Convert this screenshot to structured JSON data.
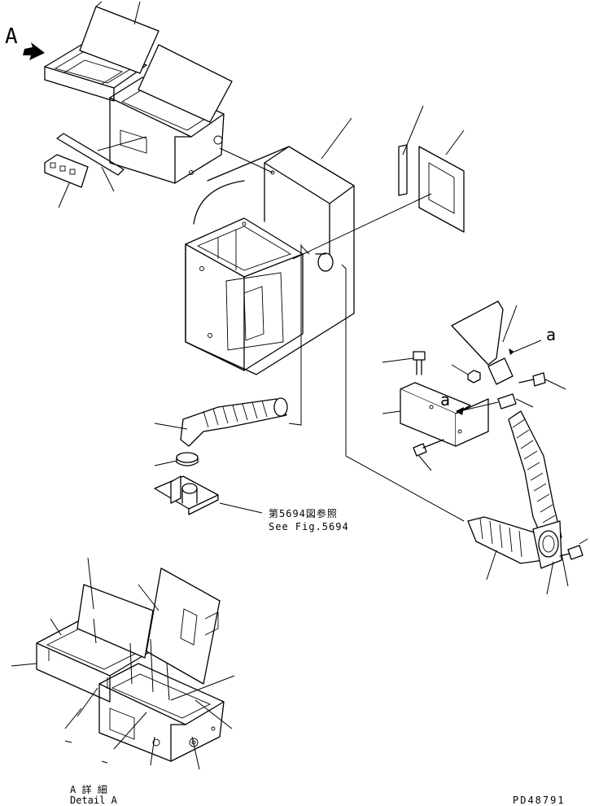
{
  "labels": {
    "view_letter": "A",
    "arrow_tag_1": "a",
    "arrow_tag_2": "a",
    "ref_jp": "第5694図参照",
    "ref_en": "See Fig.5694",
    "detail_jp": "A 詳 細",
    "detail_en": "Detail A",
    "drawing_number": "PD48791"
  }
}
